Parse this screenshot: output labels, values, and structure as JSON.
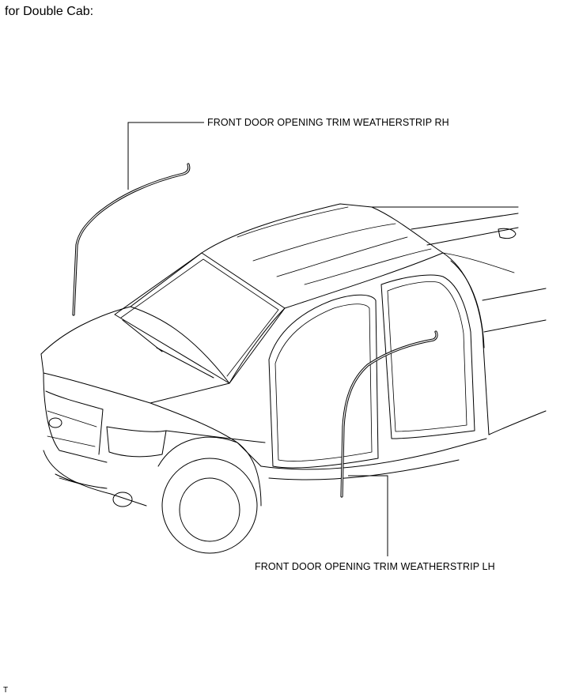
{
  "heading": "for Double Cab:",
  "callouts": {
    "rh": "FRONT DOOR OPENING TRIM WEATHERSTRIP RH",
    "lh": "FRONT DOOR OPENING TRIM WEATHERSTRIP LH"
  },
  "footer_mark": "T"
}
